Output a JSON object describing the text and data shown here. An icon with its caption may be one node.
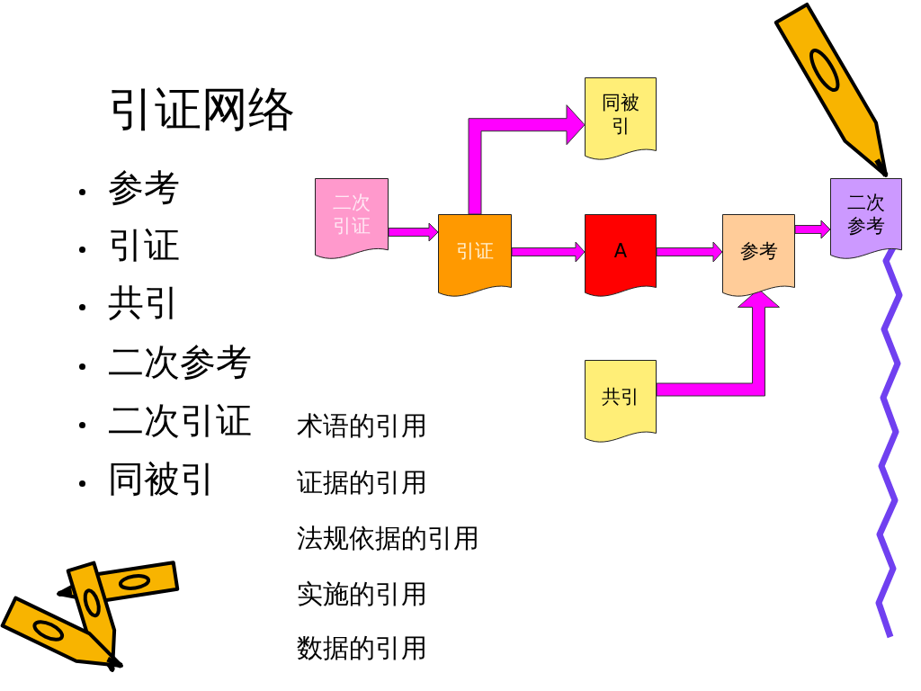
{
  "diagram": {
    "title": "引证网络",
    "nodes": [
      {
        "text": [
          "二次引证"
        ]
      },
      {
        "text": [
          "引证"
        ]
      },
      {
        "text": [
          "同被引"
        ]
      },
      {
        "text": [
          "A"
        ]
      },
      {
        "text": [
          "参考"
        ]
      },
      {
        "text": [
          "二次参考"
        ]
      },
      {
        "text": [
          "共引"
        ]
      }
    ],
    "edges": [
      {
        "from": 0,
        "to": 1,
        "arrow": "to"
      },
      {
        "from": 1,
        "to": 2,
        "arrow": "to"
      },
      {
        "from": 1,
        "to": 3,
        "arrow": "to"
      },
      {
        "from": 3,
        "to": 4,
        "arrow": "to"
      },
      {
        "from": 4,
        "to": 5,
        "arrow": "to"
      },
      {
        "from": 6,
        "to": 4,
        "arrow": "to"
      }
    ],
    "labels": [
      "参考",
      "引证",
      "共引",
      "二次参考",
      "二次引证",
      "同被引",
      "术语的引用",
      "证据的引用",
      "法规依据的引用",
      "实施的引用",
      "数据的引用"
    ]
  }
}
